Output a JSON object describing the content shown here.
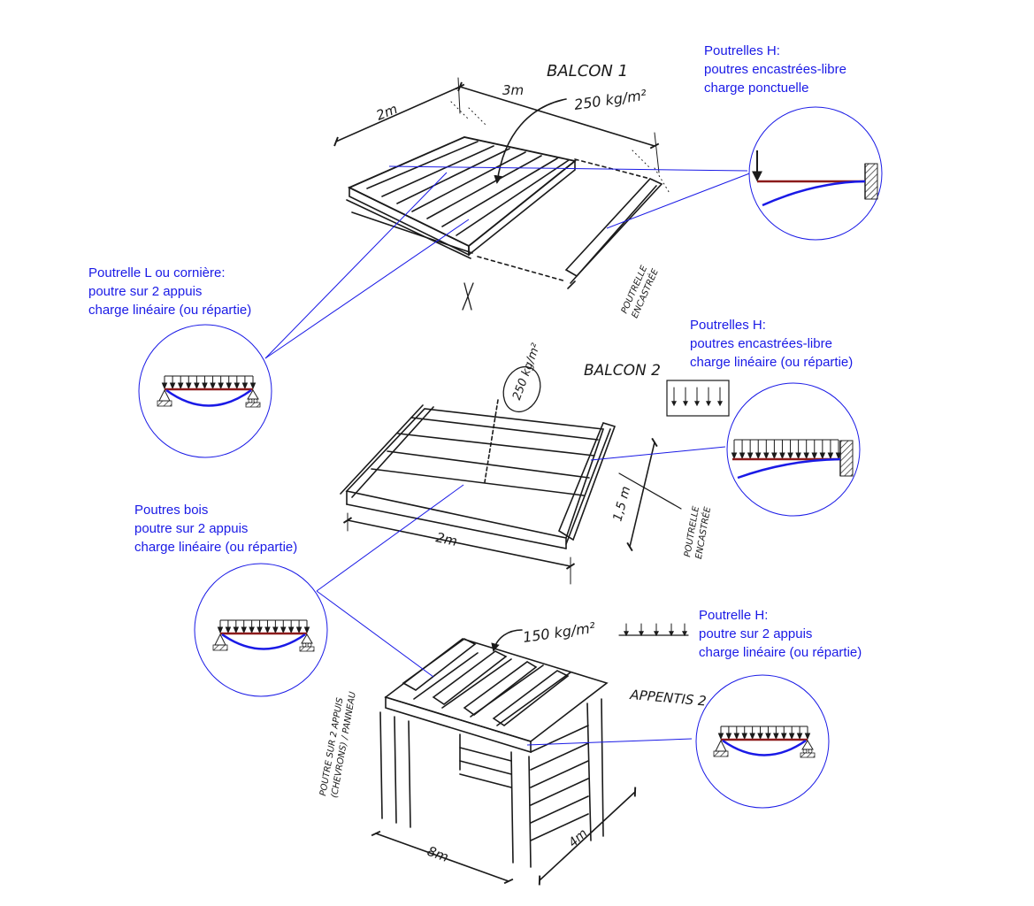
{
  "colors": {
    "annotation": "#1a1ae6",
    "sketch": "#1a1a1a",
    "beam": "#8b1a1a",
    "deflection": "#1a1ae6"
  },
  "sketch_text": {
    "balcon1": "BALCON 1",
    "b1_dim_depth": "2m",
    "b1_dim_width": "3m",
    "b1_load": "250 kg/m²",
    "b1_side": [
      "POUTRELLE",
      "ENCASTRÉE"
    ],
    "balcon2": "BALCON 2",
    "b2_load": "250 kg/m²",
    "b2_dim_width": "2m",
    "b2_dim_depth": "1,5 m",
    "b2_side": [
      "POUTRELLE",
      "ENCASTRÉE"
    ],
    "appentis": "APPENTIS 2",
    "a_load": "150 kg/m²",
    "a_dim_width": "8m",
    "a_dim_depth": "4m",
    "a_side": [
      "POUTRE SUR 2 APPUIS",
      "(CHEVRONS) / PANNEAU"
    ]
  },
  "annotations": [
    {
      "id": "b1-h",
      "lines": [
        "Poutrelles H:",
        "poutres encastrées-libre",
        "charge ponctuelle"
      ]
    },
    {
      "id": "b1-l",
      "lines": [
        "Poutrelle L ou cornière:",
        "poutre sur 2 appuis",
        "charge linéaire (ou répartie)"
      ]
    },
    {
      "id": "b2-h",
      "lines": [
        "Poutrelles H:",
        "poutres encastrées-libre",
        "charge linéaire (ou répartie)"
      ]
    },
    {
      "id": "a-bois",
      "lines": [
        "Poutres bois",
        "poutre sur 2 appuis",
        "charge linéaire (ou répartie)"
      ]
    },
    {
      "id": "a-h",
      "lines": [
        "Poutrelle H:",
        "poutre sur 2 appuis",
        "charge linéaire (ou répartie)"
      ]
    }
  ]
}
